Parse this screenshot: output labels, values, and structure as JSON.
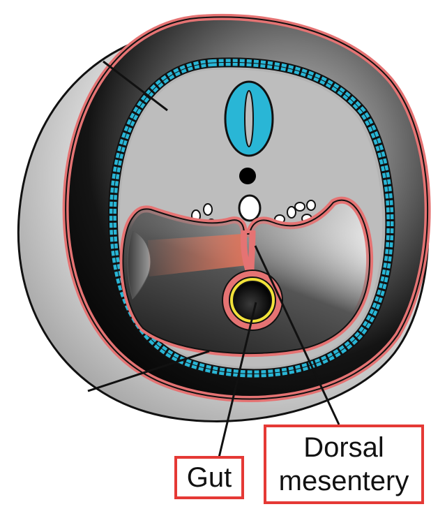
{
  "labels": {
    "gut": "Gut",
    "dorsal_mesentery_line1": "Dorsal",
    "dorsal_mesentery_line2": "mesentery"
  },
  "colors": {
    "serosa_red": "#e57373",
    "ectoderm_blue": "#29b6d6",
    "gut_yellow": "#f2e23a",
    "label_border_red": "#e53935",
    "outline": "#111111"
  }
}
